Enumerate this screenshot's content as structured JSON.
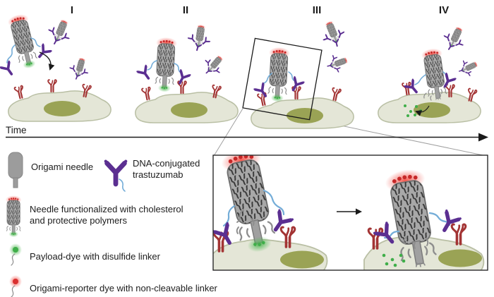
{
  "panels": {
    "labels": [
      "I",
      "II",
      "III",
      "IV"
    ]
  },
  "timeline": {
    "label": "Time"
  },
  "legend": {
    "origami_needle": "Origami needle",
    "dna_trastuzumab_line1": "DNA-conjugated",
    "dna_trastuzumab_line2": "trastuzumab",
    "functionalized_line1": "Needle functionalized with cholesterol",
    "functionalized_line2": "and protective polymers",
    "payload_dye": "Payload-dye with disulfide linker",
    "reporter_dye": "Origami-reporter dye with non-cleavable linker"
  },
  "colors": {
    "needle_grey": "#a8a8a8",
    "needle_hatch": "#363636",
    "antibody_purple": "#5b2f91",
    "dna_blue": "#74add8",
    "receptor_red": "#a33434",
    "cell_fill": "#e4e6d7",
    "cell_stroke": "#b9bfa4",
    "nucleus_olive": "#9aa355",
    "reporter_red": "#d93030",
    "payload_green": "#3fae49",
    "ink": "#1a1a1a",
    "background": "#ffffff"
  }
}
